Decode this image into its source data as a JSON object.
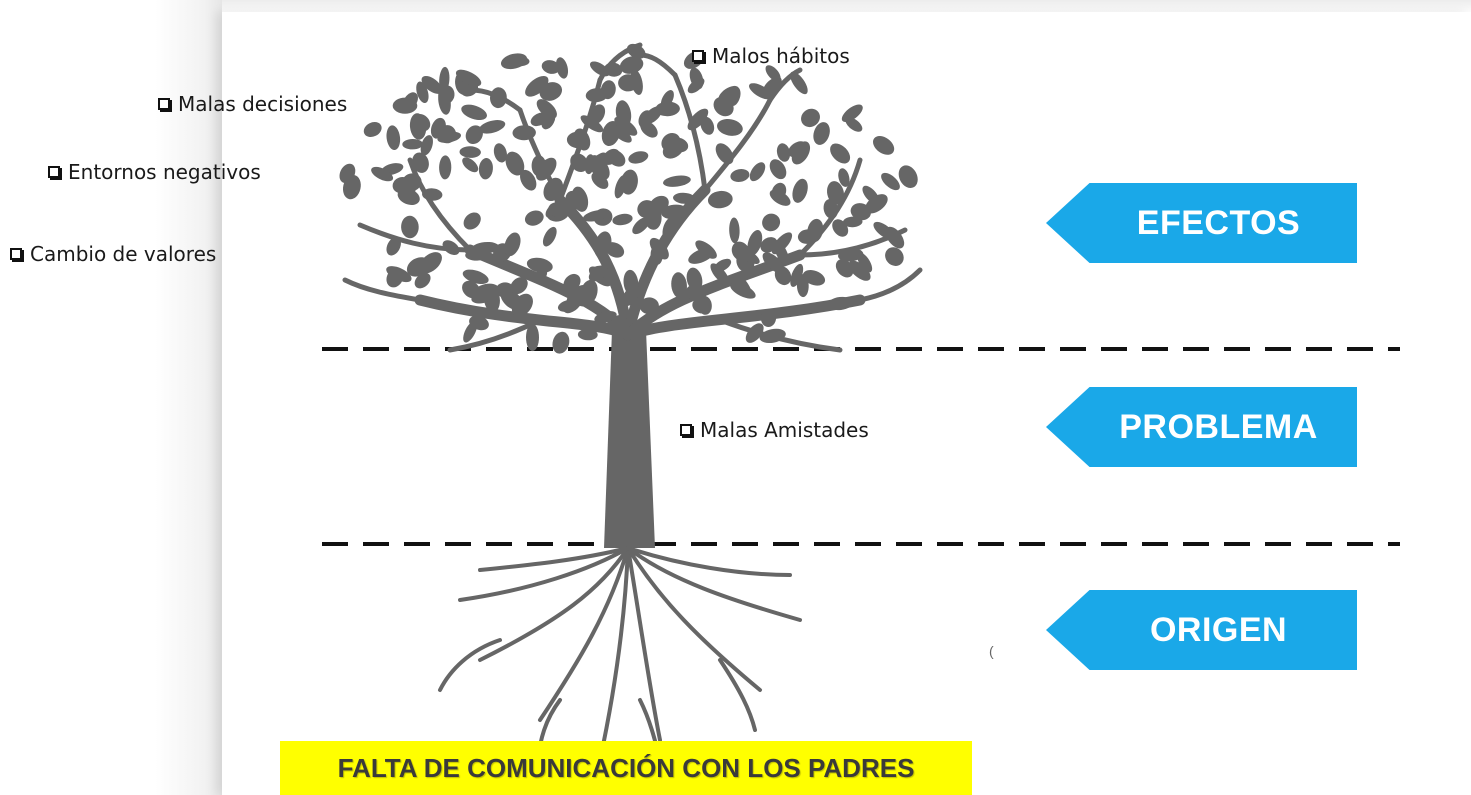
{
  "colors": {
    "tree": "#666666",
    "arrow": "#1aa8e8",
    "banner": "#ffff00",
    "dash": "#111111"
  },
  "effects": {
    "items": [
      {
        "text": "Malos hábitos",
        "icon": "checkbox-bullet-icon"
      },
      {
        "text": "Malas decisiones",
        "icon": "checkbox-bullet-icon"
      },
      {
        "text": "Entornos  negativos",
        "icon": "checkbox-bullet-icon"
      },
      {
        "text": "Cambio de valores",
        "icon": "checkbox-bullet-icon"
      }
    ]
  },
  "problem": {
    "items": [
      {
        "text": "Malas Amistades",
        "icon": "checkbox-bullet-icon"
      }
    ]
  },
  "labels": {
    "efectos": "EFECTOS",
    "problema": "PROBLEMA",
    "origen": "ORIGEN"
  },
  "root_cause": "FALTA DE COMUNICACIÓN CON LOS PADRES"
}
